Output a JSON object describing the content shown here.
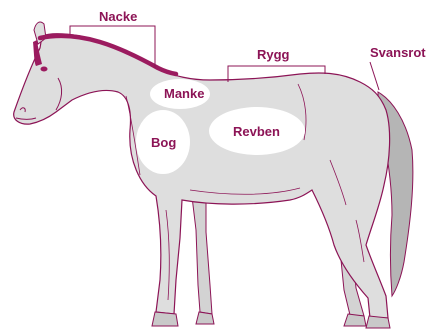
{
  "labels": {
    "nacke": "Nacke",
    "rygg": "Rygg",
    "svansrot": "Svansrot",
    "manke": "Manke",
    "bog": "Bog",
    "revben": "Revben"
  },
  "colors": {
    "accent": "#9b1b5f",
    "body_fill": "#dedede",
    "outline": "#8c1456",
    "tail_fill": "#b5b5b5",
    "hoof_fill": "#c9c9c9",
    "ellipse_fill": "#ffffff"
  }
}
